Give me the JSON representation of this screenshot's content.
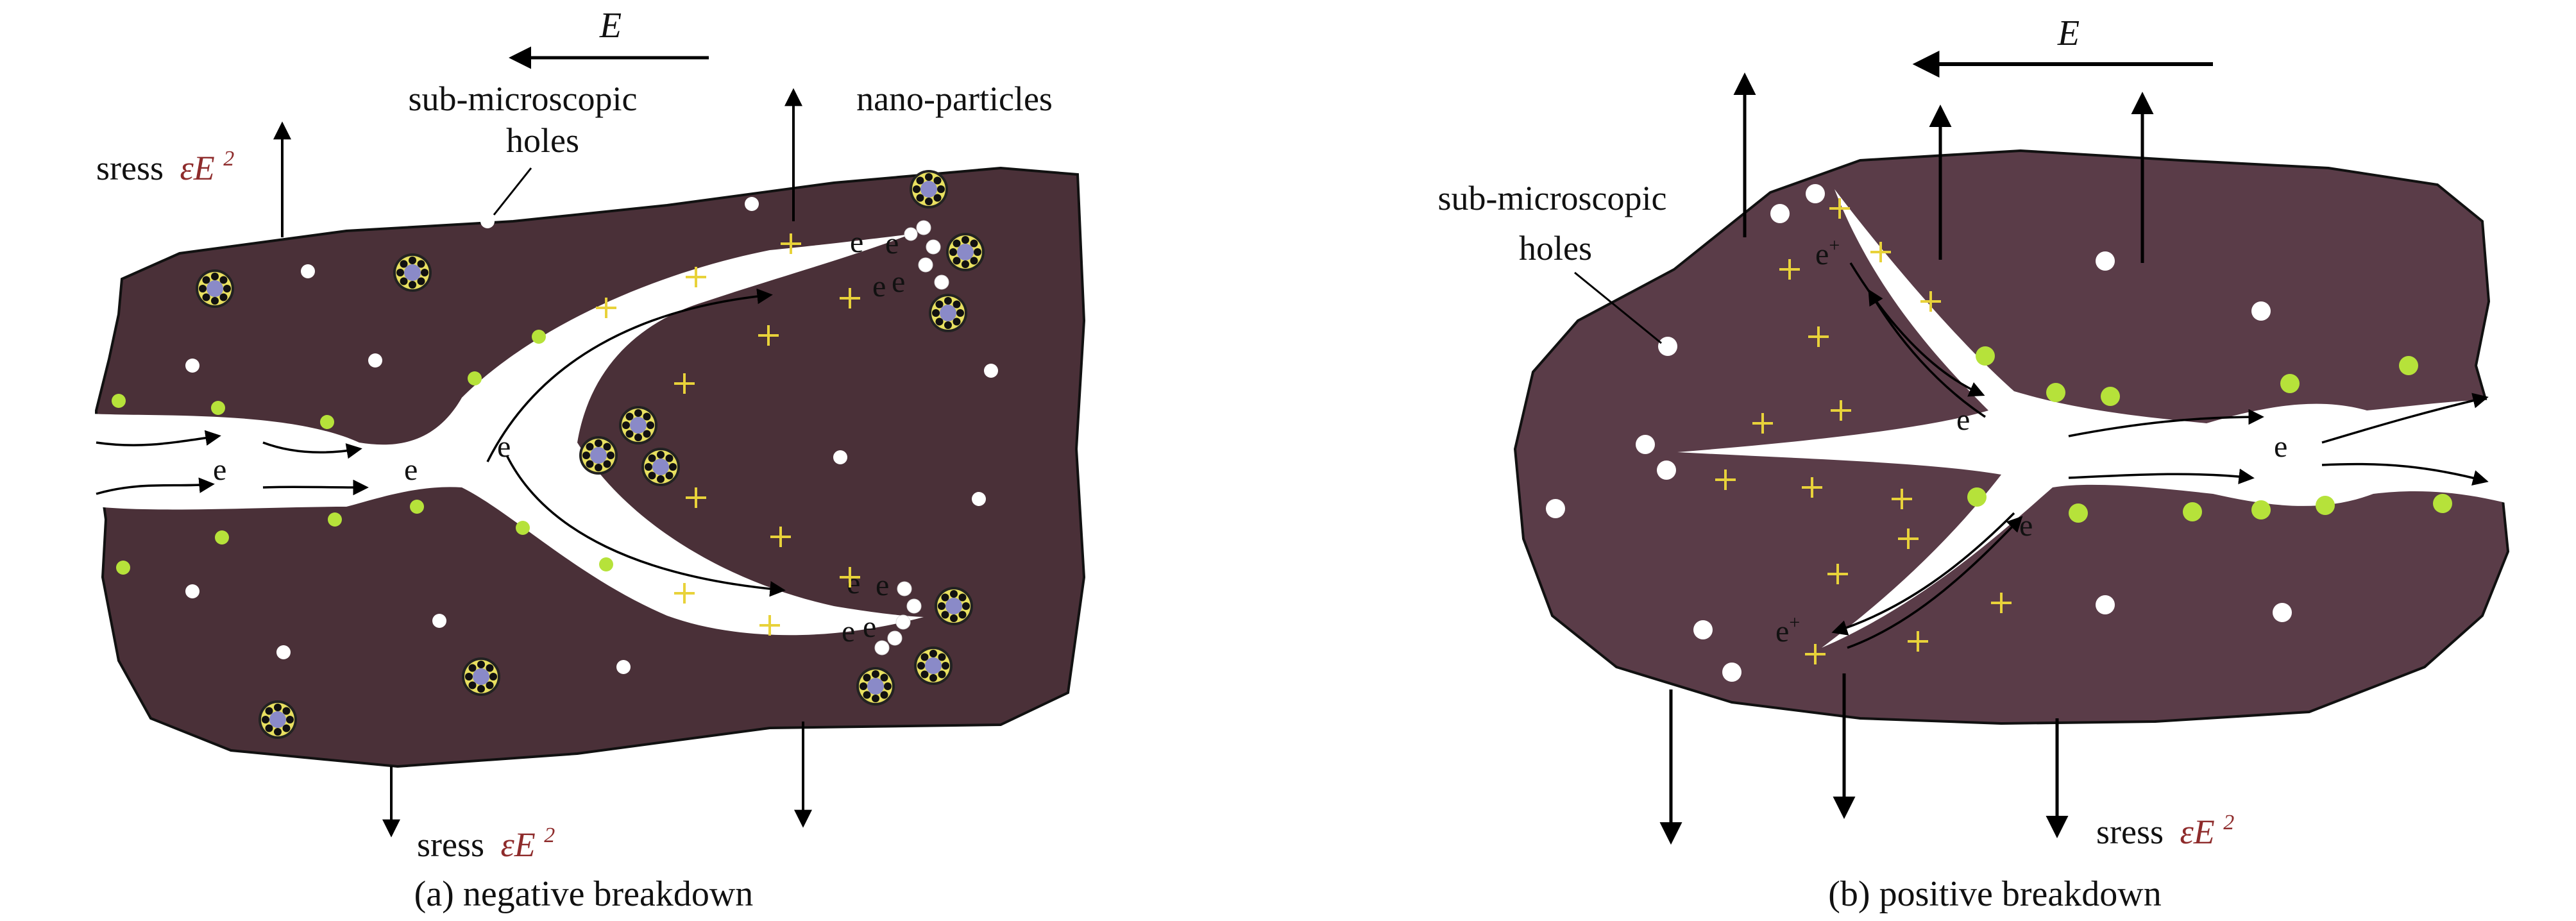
{
  "panel_a": {
    "field_label": "E",
    "holes_label_line1": "sub-microscopic",
    "holes_label_line2": "holes",
    "nano_label": "nano-particles",
    "stress_top_word": "sress",
    "stress_top_math": "εE",
    "stress_top_exp": "2",
    "stress_bottom_word": "sress",
    "stress_bottom_math": "εE",
    "stress_bottom_exp": "2",
    "caption": "(a) negative breakdown",
    "electron": "e"
  },
  "panel_b": {
    "field_label": "E",
    "holes_label_line1": "sub-microscopic",
    "holes_label_line2": "holes",
    "stress_word": "sress",
    "stress_math": "εE",
    "stress_exp": "2",
    "caption": "(b) positive breakdown",
    "electron": "e",
    "positron": "e",
    "positron_sup": "+"
  },
  "colors": {
    "medium": "#4a3038",
    "medium_b": "#5a3c48",
    "green_dot": "#b6e23a",
    "plus": "#e8d23a",
    "stress_red": "#8e2b2b"
  }
}
